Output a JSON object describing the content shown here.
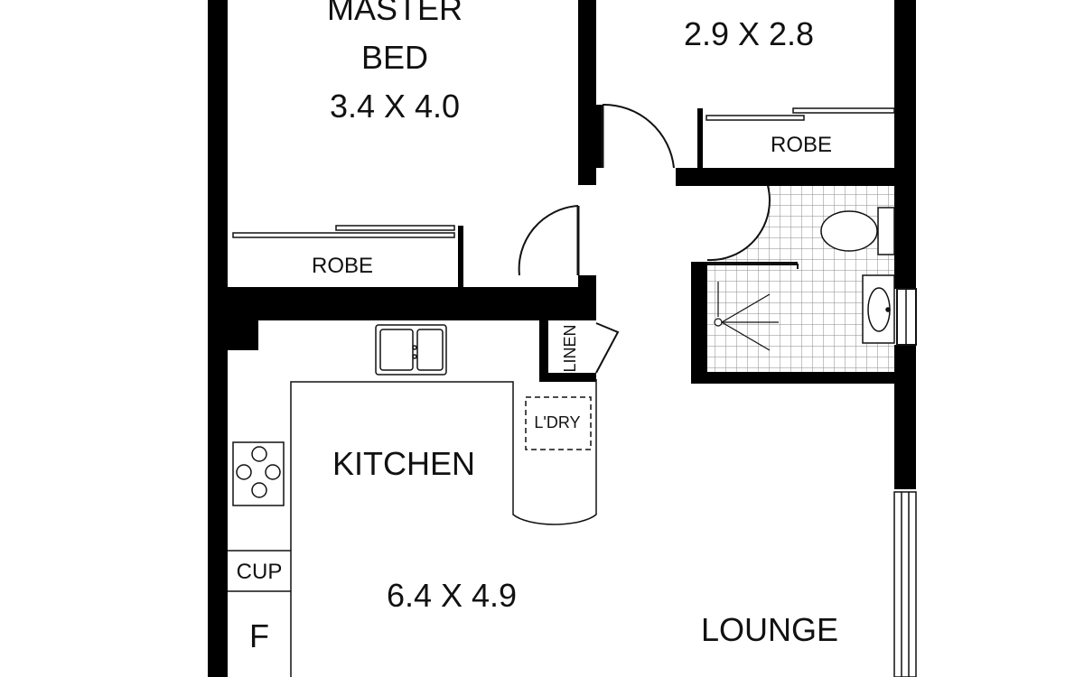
{
  "rooms": {
    "master_bed": {
      "name_line1": "MASTER",
      "name_line2": "BED",
      "size": "3.4 X 4.0"
    },
    "bed2": {
      "size": "2.9 X 2.8"
    },
    "robe_master": "ROBE",
    "robe_bed2": "ROBE",
    "linen": "LINEN",
    "laundry": "L'DRY",
    "kitchen": {
      "name": "KITCHEN",
      "size": "6.4 X 4.9"
    },
    "cupboard": "CUP",
    "fridge": "F",
    "lounge": "LOUNGE"
  },
  "colors": {
    "wall": "#000000",
    "line": "#111111",
    "tile": "#8a8a8a"
  }
}
